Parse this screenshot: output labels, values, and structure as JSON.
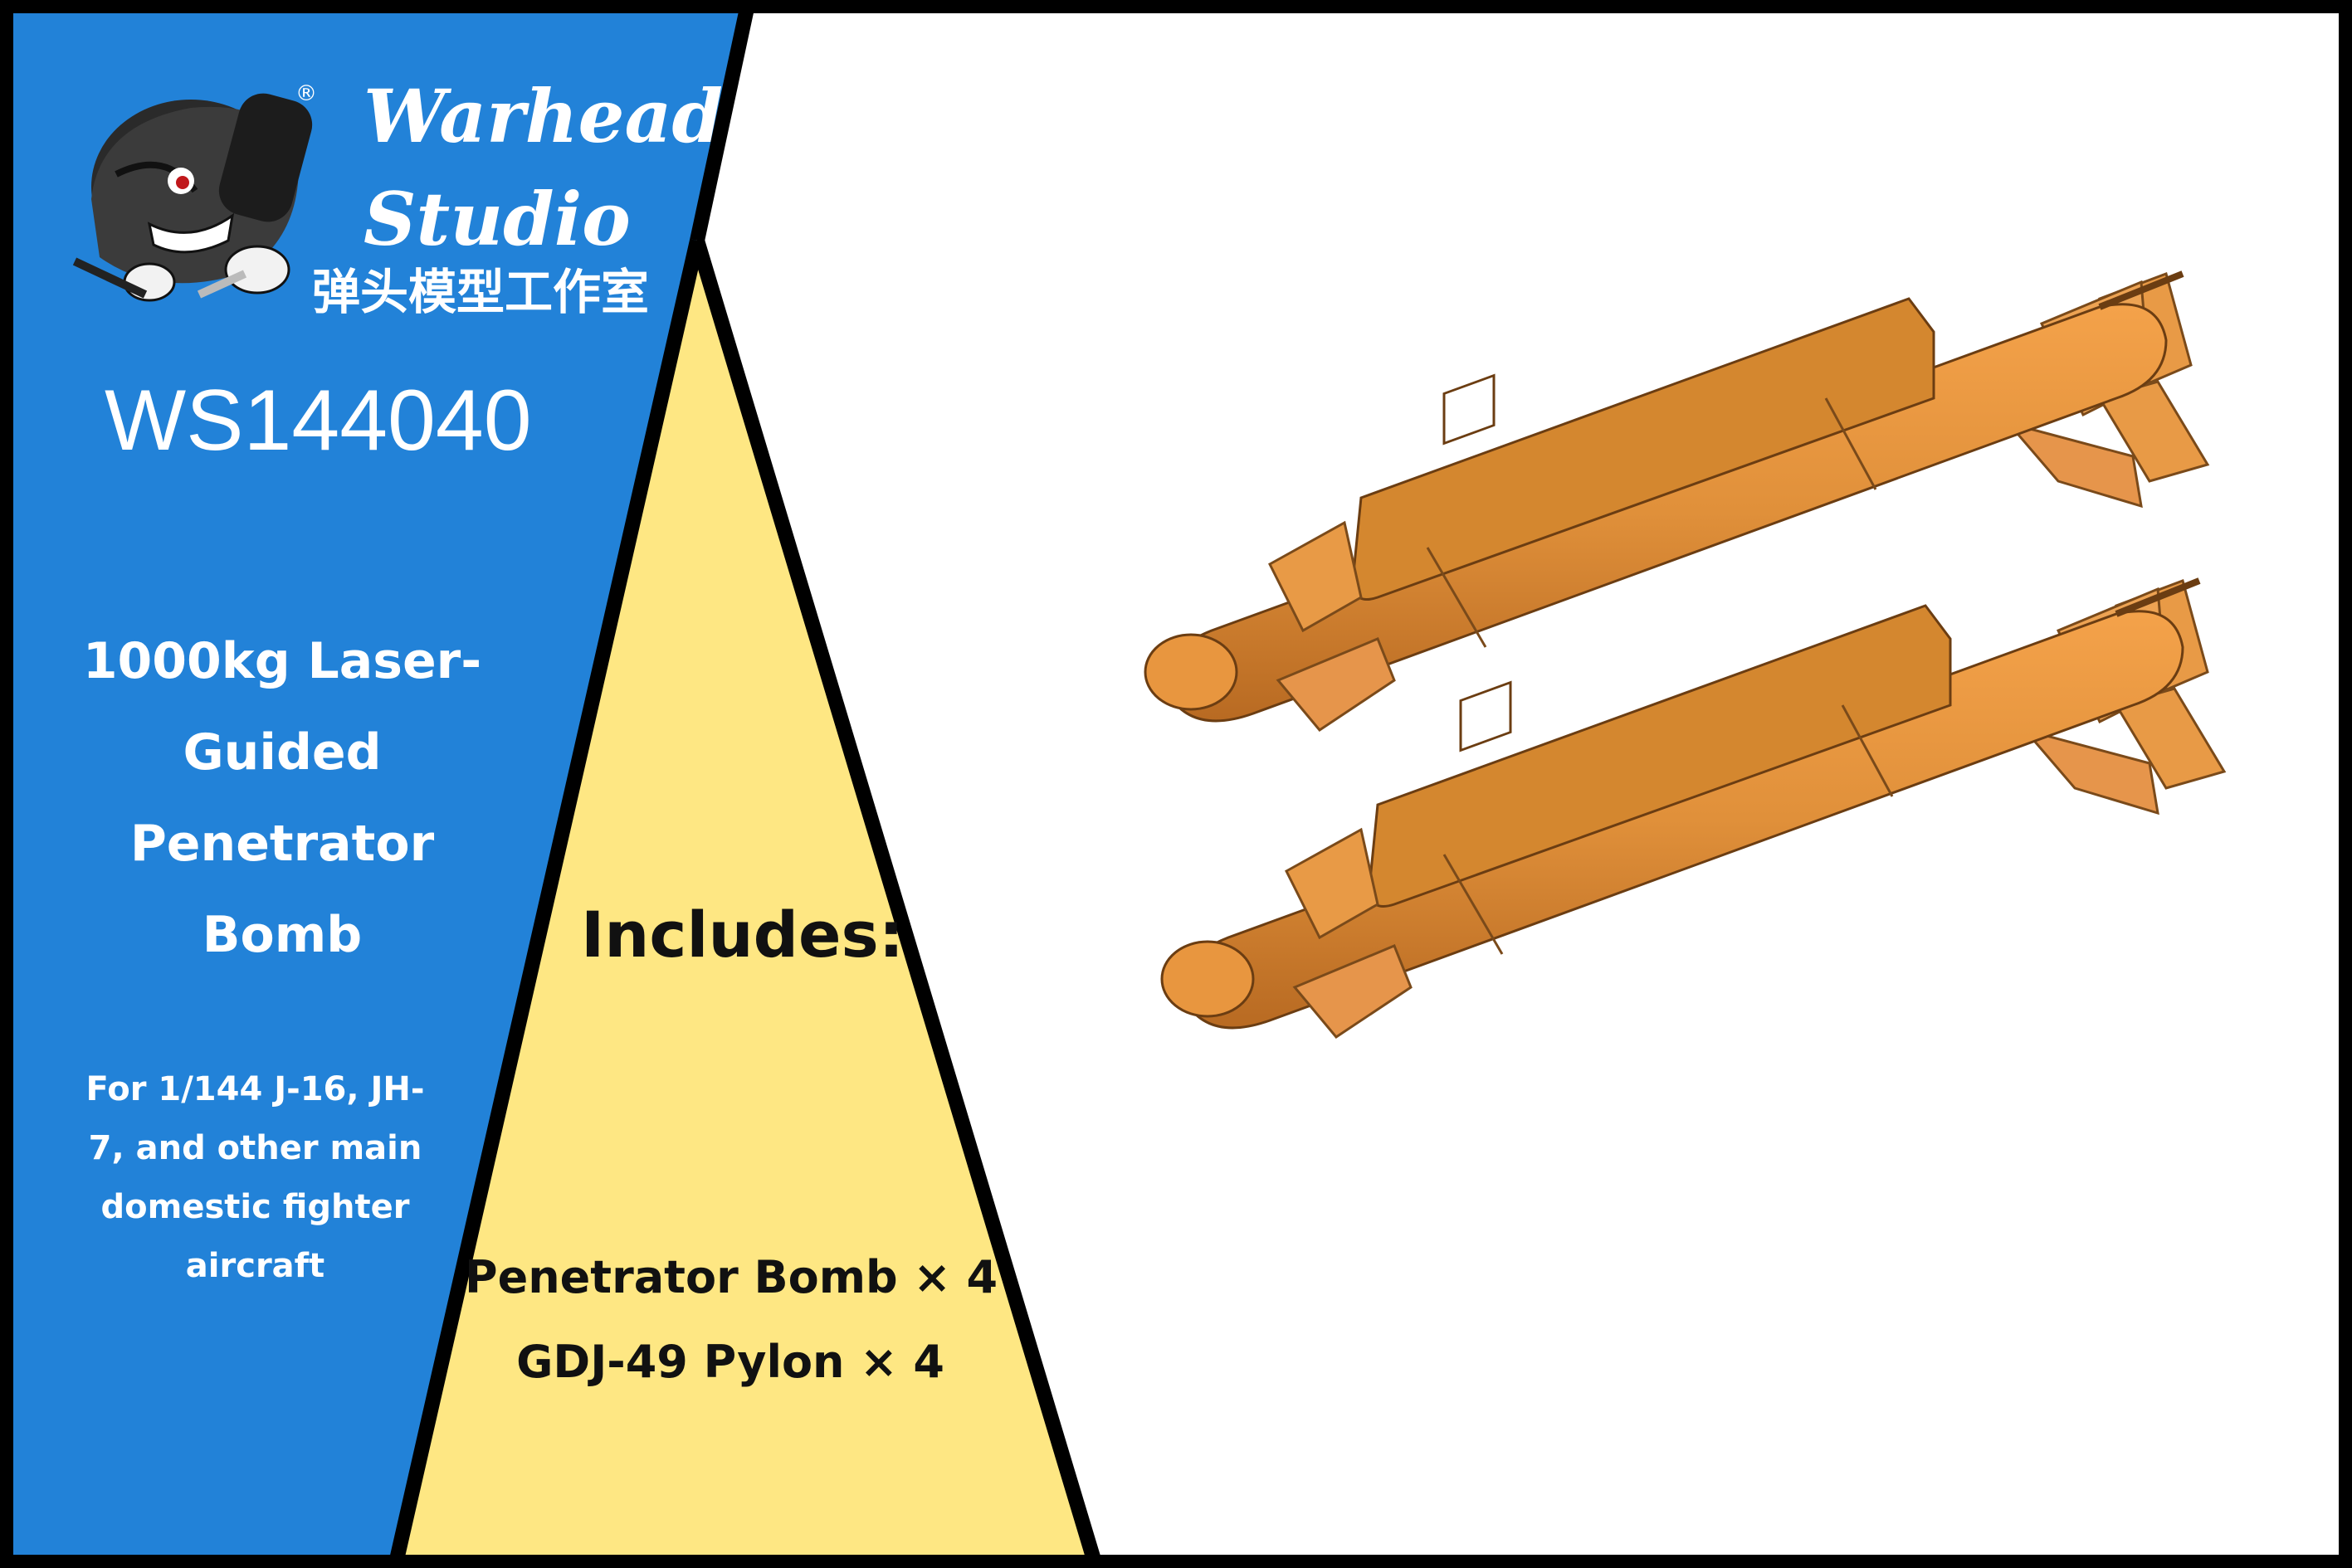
{
  "brand": {
    "name_line1": "Warhead",
    "name_line2": "Studio",
    "registered_mark": "®",
    "chinese_name": "弹头模型工作室",
    "logo_icon": "bomb-mascot-icon"
  },
  "product": {
    "code": "WS144040",
    "title_lines": [
      "1000kg Laser-",
      "Guided",
      "Penetrator",
      "Bomb"
    ],
    "compat_lines": [
      "For 1/144 J-16, JH-",
      "7, and other main",
      "domestic fighter",
      "aircraft"
    ]
  },
  "includes": {
    "heading": "Includes:",
    "items": [
      "Penetrator Bomb  × 4",
      "GDJ-49 Pylon  × 4"
    ]
  },
  "colors": {
    "blue_panel": "#2282D8",
    "yellow_panel": "#FEE783",
    "bomb_orange": "#E0903A",
    "border": "#000000",
    "background": "#FFFFFF"
  },
  "model_render": {
    "icon": "penetrator-bomb-render-icon",
    "count_shown": 2
  }
}
